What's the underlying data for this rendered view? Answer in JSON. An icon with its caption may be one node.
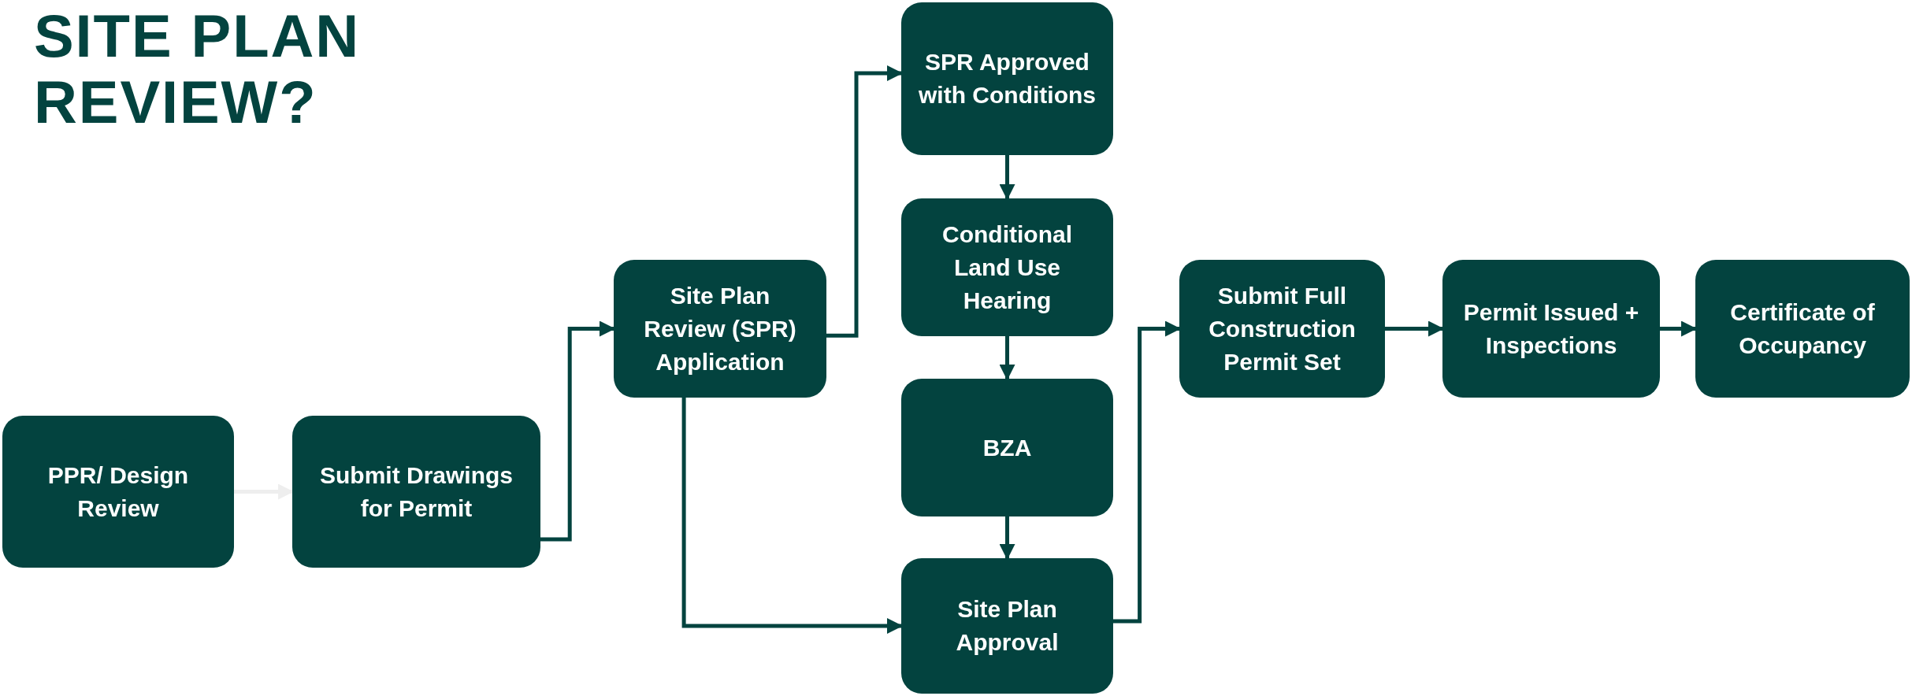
{
  "diagram": {
    "title": "SITE PLAN REVIEW?",
    "nodes": [
      {
        "text": [
          "PPR/ Design Review"
        ]
      },
      {
        "text": [
          "Submit Drawings for Permit"
        ]
      },
      {
        "text": [
          "Site Plan Review (SPR) Application"
        ]
      },
      {
        "text": [
          "SPR Approved with Conditions"
        ]
      },
      {
        "text": [
          "Conditional Land Use Hearing"
        ]
      },
      {
        "text": [
          "BZA"
        ]
      },
      {
        "text": [
          "Site Plan Approval"
        ]
      },
      {
        "text": [
          "Submit Full Construction Permit Set"
        ]
      },
      {
        "text": [
          "Permit Issued + Inspections"
        ]
      },
      {
        "text": [
          "Certificate of Occupancy"
        ]
      }
    ],
    "edges": [
      {
        "from": 0,
        "to": 1,
        "arrow": "to",
        "color": "#eeeeee"
      },
      {
        "from": 1,
        "to": 2,
        "arrow": "to"
      },
      {
        "from": 2,
        "to": 3,
        "arrow": "to"
      },
      {
        "from": 3,
        "to": 4,
        "arrow": "to"
      },
      {
        "from": 4,
        "to": 5,
        "arrow": "to"
      },
      {
        "from": 5,
        "to": 6,
        "arrow": "to"
      },
      {
        "from": 2,
        "to": 6,
        "arrow": "to"
      },
      {
        "from": 6,
        "to": 7,
        "arrow": "to"
      },
      {
        "from": 7,
        "to": 8,
        "arrow": "to"
      },
      {
        "from": 8,
        "to": 9,
        "arrow": "to"
      }
    ]
  }
}
